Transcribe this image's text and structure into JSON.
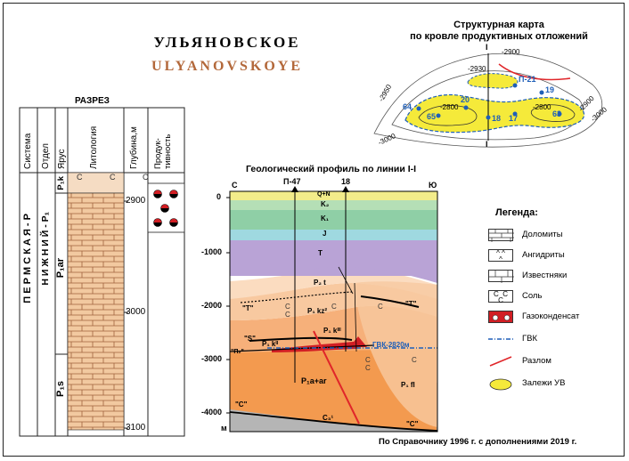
{
  "title_ru": "УЛЬЯНОВСКОЕ",
  "title_en": "ULYANOVSKOYE",
  "section": {
    "title": "РАЗРЕЗ",
    "headers": [
      "Система",
      "Отдел",
      "Ярус",
      "Литология",
      "Глубина,м",
      "Продук-\nтивность"
    ],
    "system_label": "П Е Р М С К А Я - Р",
    "series_label": "Н И Ж Н И Й - Р₁",
    "stage_labels": [
      "P₁k",
      "P₁ar",
      "P₁s"
    ],
    "depths": [
      "2900",
      "3000",
      "3100"
    ]
  },
  "map": {
    "title_line1": "Структурная карта",
    "title_line2": "по кровле продуктивных отложений",
    "contours": [
      "-2900",
      "-2930",
      "-2950",
      "-2800",
      "-2800",
      "-2900",
      "-3000",
      "-3000"
    ],
    "wells": [
      "П-21",
      "19",
      "20",
      "64",
      "65",
      "18",
      "17",
      "63"
    ],
    "line_labels": [
      "I",
      "I"
    ]
  },
  "profile": {
    "title": "Геологический профиль по линии I-I",
    "dir_left": "С",
    "dir_right": "Ю",
    "wells": [
      "П-47",
      "18"
    ],
    "depth_ticks": [
      "0",
      "-1000",
      "-2000",
      "-3000",
      "-4000"
    ],
    "depth_unit": "м",
    "layer_labels": [
      "Q+N",
      "K₂",
      "K₁",
      "J",
      "T",
      "P₂ t",
      "P₁ kz²",
      "P₁ kᴵᴵᴵ",
      "P₁ kᴵᴵ",
      "P₁a+ar",
      "P₁ fl",
      "C₃¹"
    ],
    "horizon_labels": [
      "\"T\"",
      "\"T\"",
      "\"S\"",
      "\"П₂\"",
      "\"C\"",
      "\"C\""
    ],
    "gvk_label": "ГВК-2820м"
  },
  "legend": {
    "title": "Легенда:",
    "items": [
      "Доломиты",
      "Ангидриты",
      "Известняки",
      "Соль",
      "Газоконденсат",
      "ГВК",
      "Разлом",
      "Залежи УВ"
    ]
  },
  "source": "По Справочнику 1996 г. с дополнениями 2019 г.",
  "colors": {
    "dolomite": "#f2c9a0",
    "rock_orange": "#f39a4f",
    "yellow": "#f5ea3a",
    "blue": "#1f5fb8",
    "red": "#e0262a",
    "triassic": "#b9a3d6",
    "cretaceous": "#8fcfa6"
  }
}
